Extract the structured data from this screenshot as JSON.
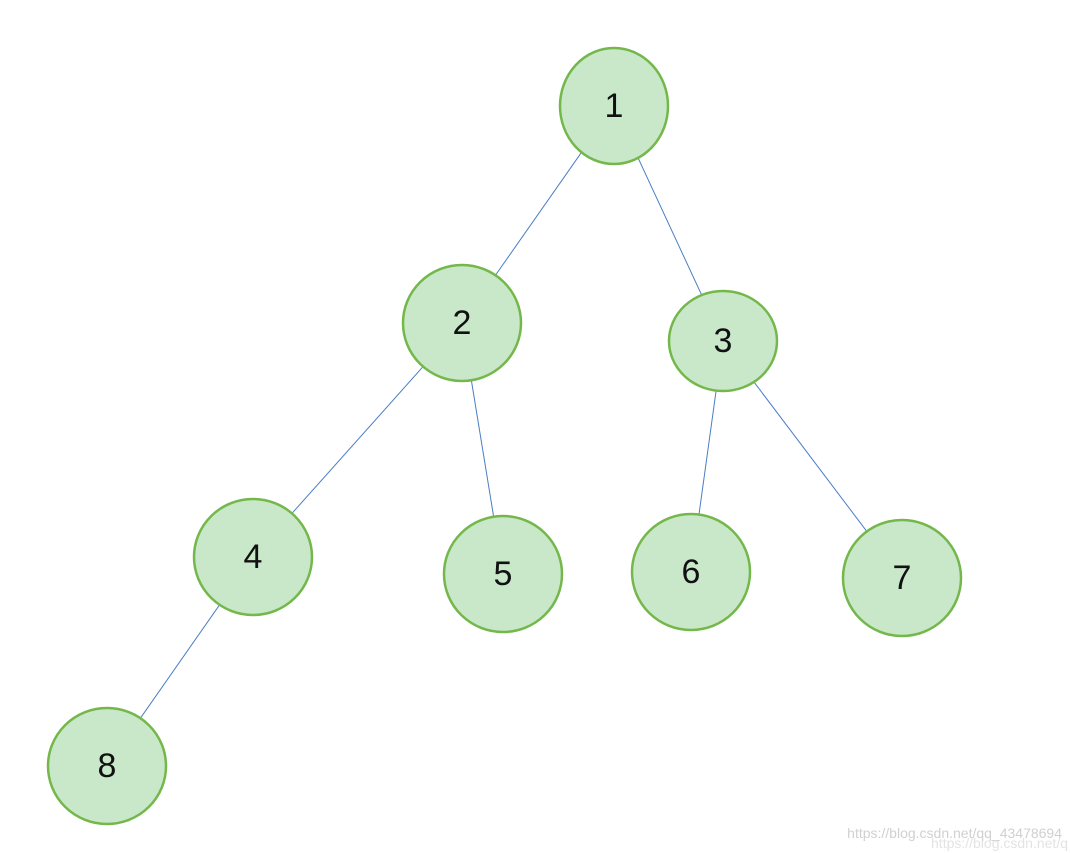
{
  "tree": {
    "nodes": [
      {
        "id": "1",
        "label": "1"
      },
      {
        "id": "2",
        "label": "2"
      },
      {
        "id": "3",
        "label": "3"
      },
      {
        "id": "4",
        "label": "4"
      },
      {
        "id": "5",
        "label": "5"
      },
      {
        "id": "6",
        "label": "6"
      },
      {
        "id": "7",
        "label": "7"
      },
      {
        "id": "8",
        "label": "8"
      }
    ],
    "edges": [
      {
        "from": "1",
        "to": "2"
      },
      {
        "from": "1",
        "to": "3"
      },
      {
        "from": "2",
        "to": "4"
      },
      {
        "from": "2",
        "to": "5"
      },
      {
        "from": "3",
        "to": "6"
      },
      {
        "from": "3",
        "to": "7"
      },
      {
        "from": "4",
        "to": "8"
      }
    ]
  },
  "colors": {
    "node_fill": "#c9e8ca",
    "node_stroke": "#74b74a",
    "edge": "#4a7ec4",
    "label": "#111111"
  },
  "watermark": {
    "text_1": "https://blog.csdn.net/qq_43478694",
    "text_2": "https://blog.csdn.net/q"
  }
}
